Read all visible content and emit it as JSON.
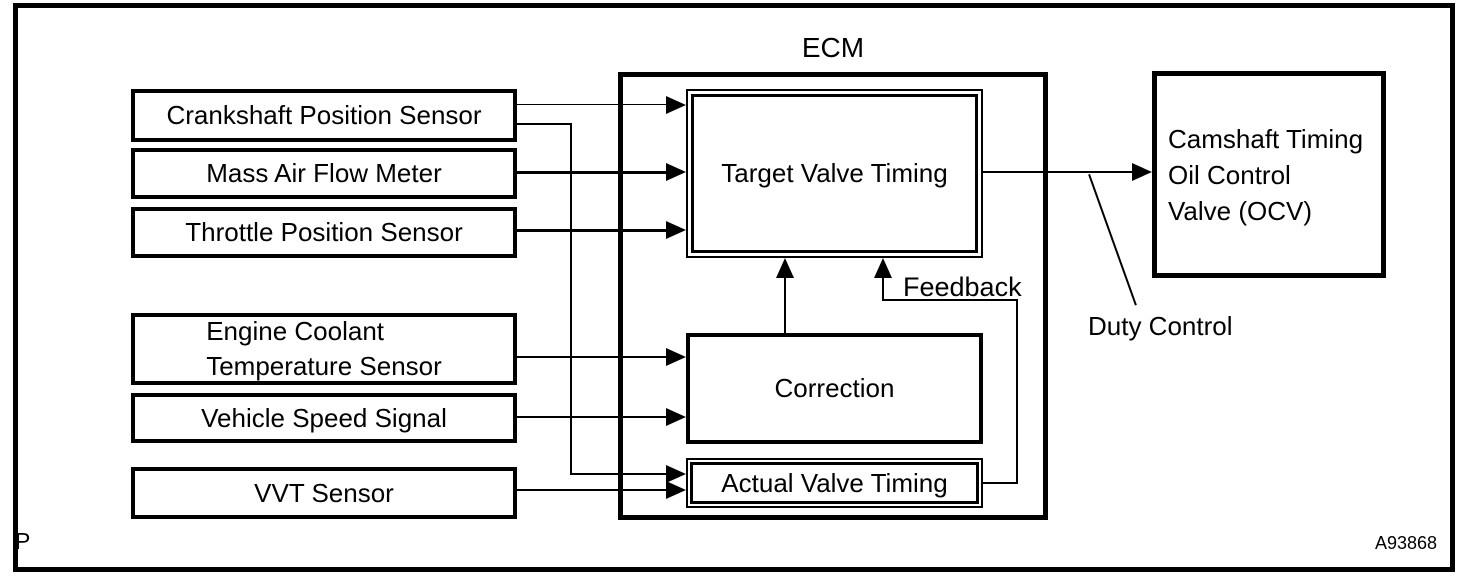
{
  "diagram": {
    "page_marker": "P",
    "figure_id": "A93868",
    "ecm": {
      "title": "ECM"
    },
    "inputs": [
      {
        "label": "Crankshaft Position Sensor"
      },
      {
        "label": "Mass Air Flow Meter"
      },
      {
        "label": "Throttle Position Sensor"
      },
      {
        "lines": [
          "Engine Coolant",
          "Temperature Sensor"
        ]
      },
      {
        "label": "Vehicle Speed Signal"
      },
      {
        "label": "VVT Sensor"
      }
    ],
    "blocks": {
      "target": "Target Valve Timing",
      "correction": "Correction",
      "actual": "Actual Valve Timing"
    },
    "output_box": {
      "lines": [
        "Camshaft Timing",
        "Oil Control",
        "Valve (OCV)"
      ]
    },
    "annotations": {
      "feedback": "Feedback",
      "duty_control": "Duty Control"
    },
    "colors": {
      "line": "#000000",
      "background": "#ffffff"
    }
  }
}
